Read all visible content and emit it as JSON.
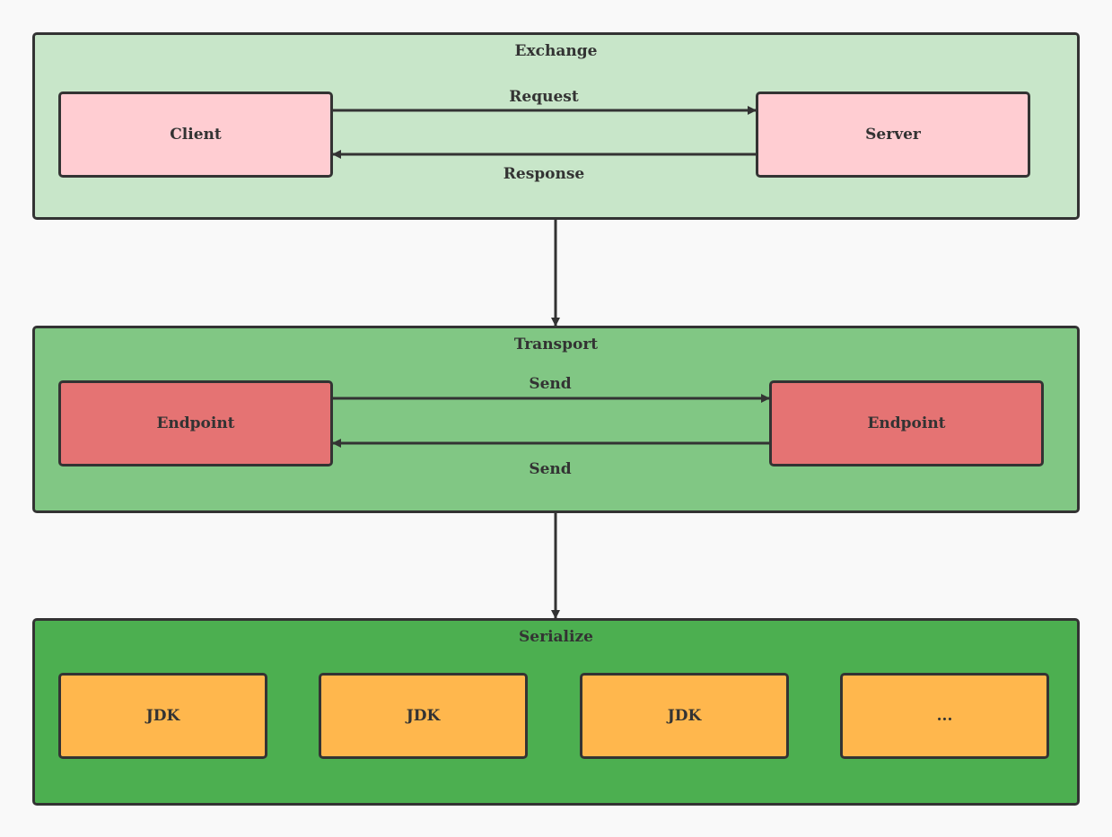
{
  "colors": {
    "background": "#f9f9f9",
    "border": "#333333",
    "exchange_fill": "#c8e6c9",
    "transport_fill": "#81c784",
    "serialize_fill": "#4caf50",
    "client_server_fill": "#ffcdd2",
    "endpoint_fill": "#e57373",
    "serializer_fill": "#ffb74d"
  },
  "exchange": {
    "title": "Exchange",
    "client": "Client",
    "server": "Server",
    "request_label": "Request",
    "response_label": "Response"
  },
  "transport": {
    "title": "Transport",
    "left_endpoint": "Endpoint",
    "right_endpoint": "Endpoint",
    "send_top_label": "Send",
    "send_bottom_label": "Send"
  },
  "serialize": {
    "title": "Serialize",
    "items": [
      "JDK",
      "JDK",
      "JDK",
      "..."
    ]
  }
}
